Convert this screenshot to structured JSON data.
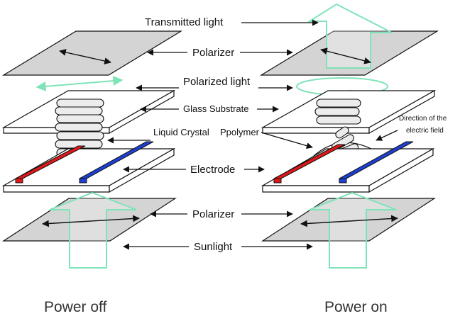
{
  "labels": {
    "transmitted_light": "Transmitted light",
    "polarizer_top": "Polarizer",
    "polarized_light": "Polarized light",
    "glass_substrate": "Glass Substrate",
    "liquid_crystal": "Liquid Crystal",
    "polymer": "Ppolymer",
    "field_direction_line1": "Direction of the",
    "field_direction_line2": "electric field",
    "electrode": "Electrode",
    "polarizer_bottom": "Polarizer",
    "sunlight": "Sunlight"
  },
  "captions": {
    "left": "Power off",
    "right": "Power on"
  },
  "colors": {
    "plate_fill": "#d4d4d4",
    "light_arrow": "#7fe3b8",
    "electrode_red": "#e01818",
    "electrode_blue": "#1e3fcf",
    "outline": "#111111"
  }
}
